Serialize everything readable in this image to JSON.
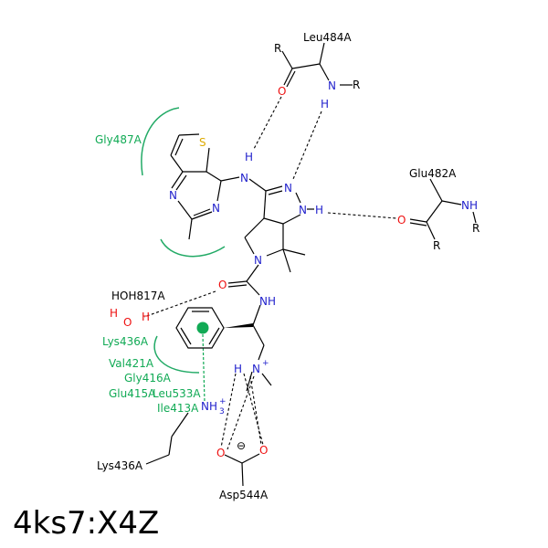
{
  "title": "4ks7:X4Z",
  "colors": {
    "carbon": "#000000",
    "nitrogen": "#2222cc",
    "oxygen": "#ee1111",
    "sulfur": "#ddaa00",
    "interaction": "#11aa55"
  },
  "residues": {
    "leu484": "Leu484A",
    "gly487": "Gly487A",
    "glu482": "Glu482A",
    "hoh817": "HOH817A",
    "lys436_top": "Lys436A",
    "val421": "Val421A",
    "gly416": "Gly416A",
    "glu415": "Glu415A",
    "leu533": "Leu533A",
    "ile413": "Ile413A",
    "lys436_bottom": "Lys436A",
    "asp544": "Asp544A"
  },
  "atoms": {
    "r": "R",
    "o": "O",
    "n": "N",
    "h": "H",
    "s": "S",
    "nh": "NH",
    "plus": "+",
    "sub3": "3",
    "minus": "⊖"
  }
}
